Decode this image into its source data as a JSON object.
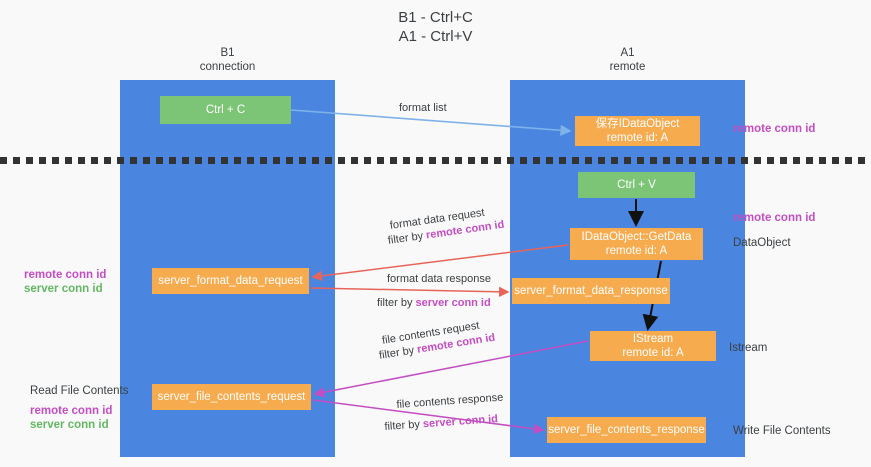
{
  "title": "B1 - Ctrl+C\nA1 - Ctrl+V",
  "columns": {
    "left": {
      "header": "B1\nconnection"
    },
    "right": {
      "header": "A1\nremote"
    }
  },
  "nodes": {
    "ctrl_c": "Ctrl + C",
    "idataobject": "保存IDataObject\nremote id: A",
    "ctrl_v": "Ctrl + V",
    "getdata": "IDataObject::GetData\nremote id: A",
    "server_format_data_request": "server_format_data_request",
    "server_format_data_response": "server_format_data_response",
    "istream": "IStream\nremote id: A",
    "server_file_contents_request": "server_file_contents_request",
    "server_file_contents_response": "server_file_contents_response"
  },
  "edge_labels": {
    "format_list": "format list",
    "format_data_request": "format data request",
    "format_data_request_filter_prefix": "filter by ",
    "format_data_request_filter_key": "remote conn id",
    "format_data_response": "format data response",
    "format_data_response_filter_prefix": "filter by ",
    "format_data_response_filter_key": "server conn id",
    "file_contents_request": "file contents request",
    "file_contents_request_filter_prefix": "filter by ",
    "file_contents_request_filter_key": "remote conn id",
    "file_contents_response": "file contents response",
    "file_contents_response_filter_prefix": "filter by ",
    "file_contents_response_filter_key": "server conn id"
  },
  "annotations": {
    "right_remote_conn_id_top": "remote conn id",
    "right_remote_conn_id_mid": "remote conn id",
    "right_dataobject": "DataObject",
    "right_istream": "Istream",
    "right_write_file_contents": "Write File Contents",
    "left_remote_conn_id": "remote conn id",
    "left_server_conn_id": "server conn id",
    "left_read_file_contents": "Read File Contents",
    "left_remote_conn_id_2": "remote conn id",
    "left_server_conn_id_2": "server conn id"
  },
  "colors": {
    "lane": "#4a86e0",
    "green_node": "#7cc576",
    "orange_node": "#f7ab4f",
    "accent_purple": "#c34ec3",
    "accent_green": "#63b862",
    "edge_blue": "#7fb2e8",
    "edge_red": "#e8645a",
    "edge_magenta": "#c34ec3",
    "edge_black": "#111111",
    "background": "#f9f9f9"
  }
}
